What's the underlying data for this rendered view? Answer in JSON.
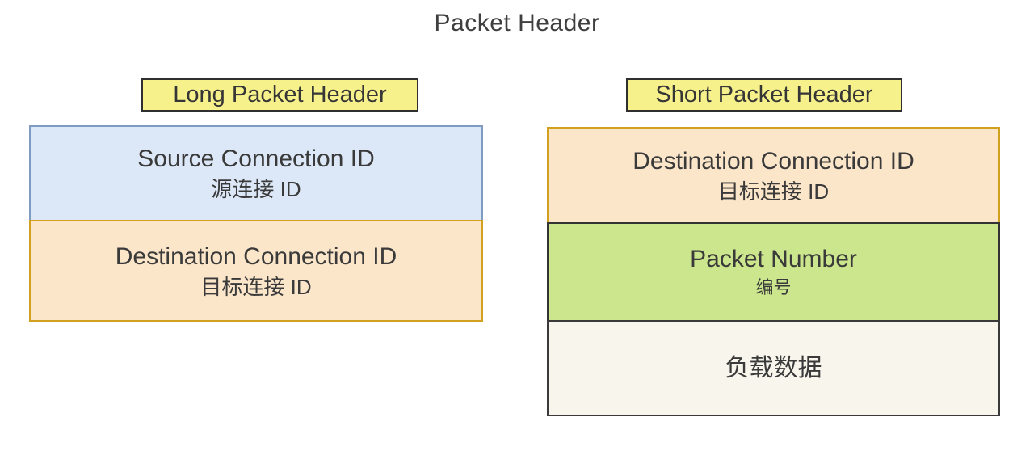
{
  "title": "Packet Header",
  "long_header": {
    "label": "Long Packet Header",
    "cells": [
      {
        "title": "Source Connection ID",
        "subtitle": "源连接 ID",
        "color": "#dce8f8"
      },
      {
        "title": "Destination Connection ID",
        "subtitle": "目标连接 ID",
        "color": "#fce6ca"
      }
    ]
  },
  "short_header": {
    "label": "Short Packet Header",
    "cells": [
      {
        "title": "Destination Connection ID",
        "subtitle": "目标连接 ID",
        "color": "#fce6ca"
      },
      {
        "title": "Packet Number",
        "subtitle": "编号",
        "color": "#cce68d"
      },
      {
        "title": "负载数据",
        "subtitle": "",
        "color": "#f7f5ec"
      }
    ]
  },
  "colors": {
    "label_bg": "#f7f18c",
    "label_border": "#2f2f2f",
    "blue_bg": "#dce8f8",
    "blue_border": "#7e9bc2",
    "peach_bg": "#fce6ca",
    "peach_border": "#d2a01f",
    "green_bg": "#cce68d",
    "green_border": "#333333",
    "cream_bg": "#f7f5ec",
    "cream_border": "#3a3a3a",
    "text": "#3d3d3d"
  }
}
